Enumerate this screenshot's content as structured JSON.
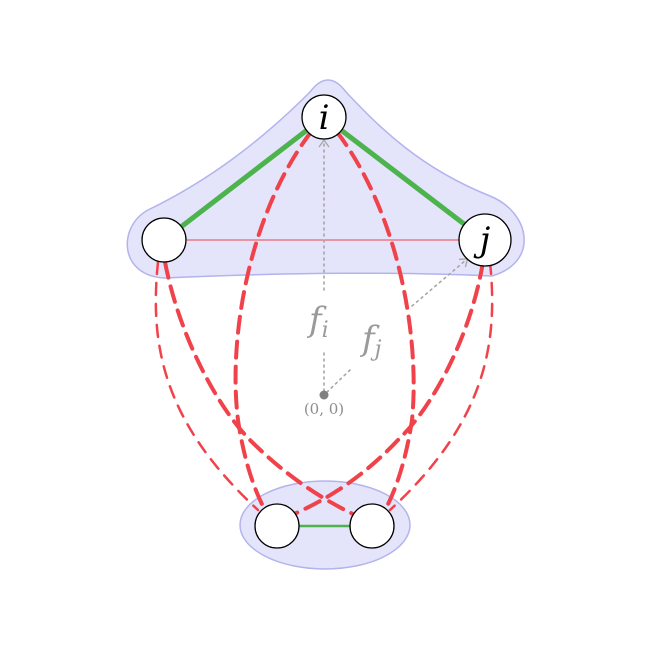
{
  "nodes": {
    "i_label": "i",
    "j_label": "j"
  },
  "annotations": {
    "f_i": {
      "base": "f",
      "sub": "i"
    },
    "f_j": {
      "base": "f",
      "sub": "j"
    },
    "origin_label": "(0, 0)"
  },
  "colors": {
    "group_fill": "#e4e4fb",
    "group_stroke": "#b3b3ee",
    "green_edge": "#4db34d",
    "red_edge": "#f0424a",
    "annotation_gray": "#999999",
    "node_fill": "#ffffff",
    "node_stroke": "#000000"
  }
}
